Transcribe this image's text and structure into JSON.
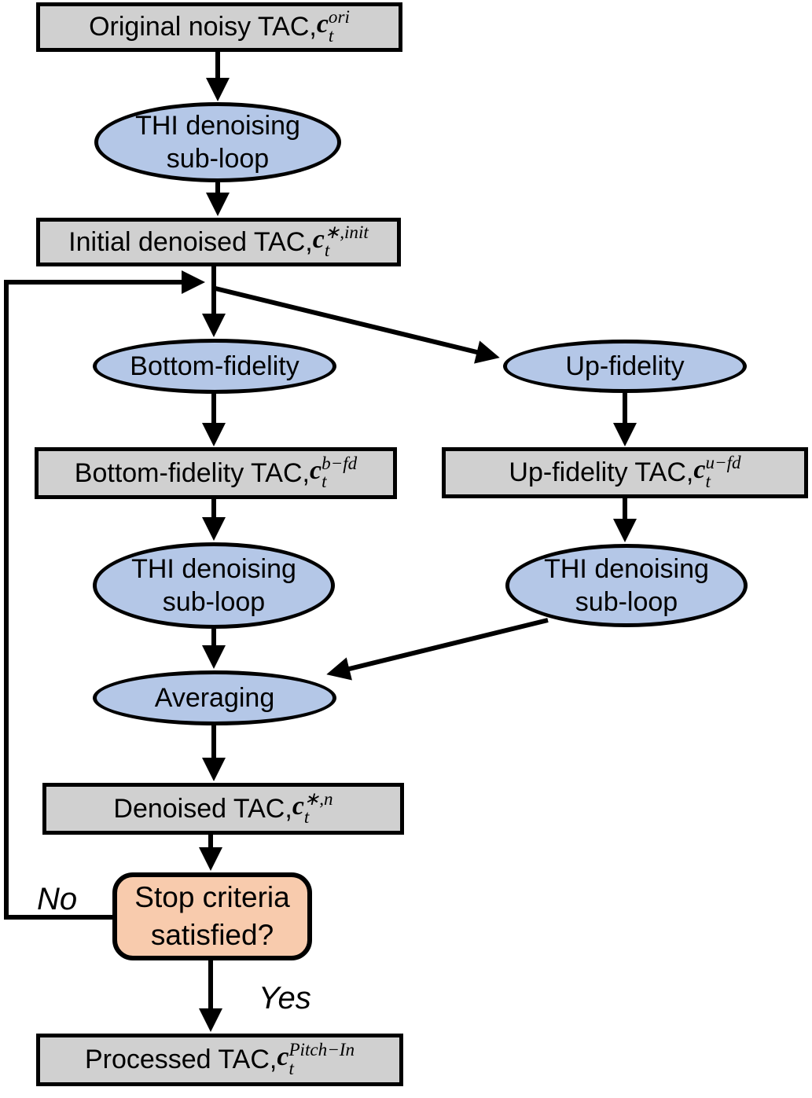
{
  "colors": {
    "box_fill": "#d0d0d0",
    "ellipse_fill": "#b4c7e7",
    "decision_fill": "#f8cbad",
    "line": "#000000"
  },
  "nodes": {
    "original": {
      "label": "Original noisy TAC, ",
      "math_base": "c",
      "math_sub": "t",
      "math_sup": "ori"
    },
    "thi1": {
      "line1": "THI denoising",
      "line2": "sub-loop"
    },
    "initial": {
      "label": "Initial denoised TAC,",
      "math_base": "c",
      "math_sub": "t",
      "math_sup": "∗,init"
    },
    "bottom_fidelity": {
      "label": "Bottom-fidelity"
    },
    "up_fidelity": {
      "label": "Up-fidelity"
    },
    "bottom_tac": {
      "label": "Bottom-fidelity TAC,",
      "math_base": "c",
      "math_sub": "t",
      "math_sup": "b−fd"
    },
    "up_tac": {
      "label": "Up-fidelity TAC,",
      "math_base": "c",
      "math_sub": "t",
      "math_sup": "u−fd"
    },
    "thi2": {
      "line1": "THI denoising",
      "line2": "sub-loop"
    },
    "thi3": {
      "line1": "THI denoising",
      "line2": "sub-loop"
    },
    "averaging": {
      "label": "Averaging"
    },
    "denoised": {
      "label": "Denoised TAC,",
      "math_base": "c",
      "math_sub": "t",
      "math_sup": "∗,n"
    },
    "stop": {
      "line1": "Stop criteria",
      "line2": "satisfied?"
    },
    "processed": {
      "label": "Processed TAC,",
      "math_base": "c",
      "math_sub": "t",
      "math_sup": "Pitch−In"
    }
  },
  "edge_labels": {
    "no": "No",
    "yes": "Yes"
  }
}
